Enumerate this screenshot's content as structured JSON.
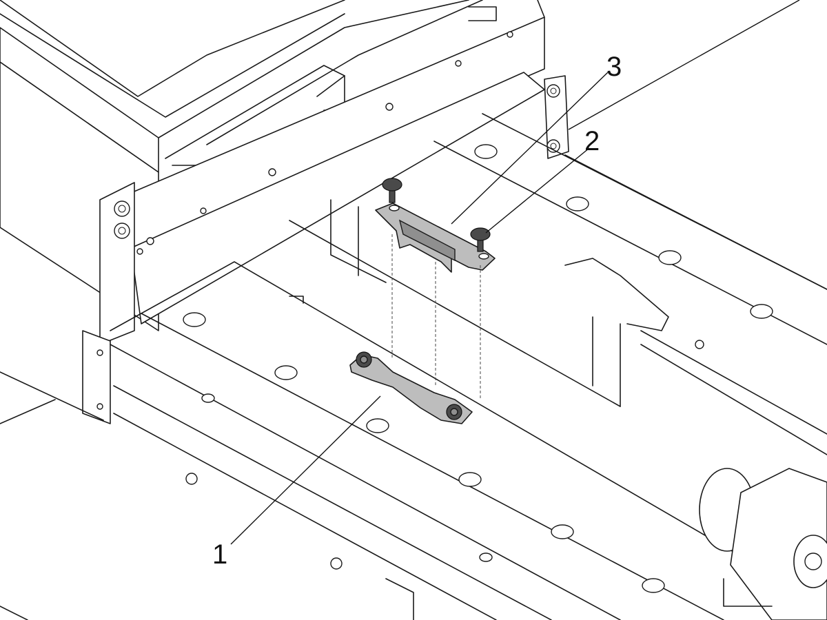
{
  "callouts": [
    {
      "id": "1",
      "label": "1"
    },
    {
      "id": "2",
      "label": "2"
    },
    {
      "id": "3",
      "label": "3"
    }
  ],
  "colors": {
    "line": "#1a1a1a",
    "part_fill": "#bdbdbd",
    "screw_fill": "#4a4a4a",
    "background": "#ffffff"
  }
}
